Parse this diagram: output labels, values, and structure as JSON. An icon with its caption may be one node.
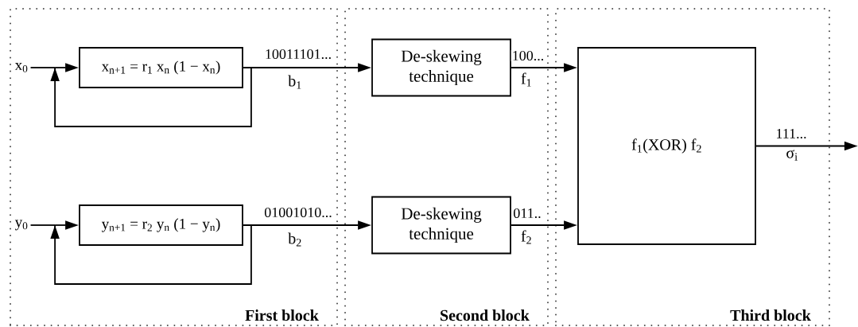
{
  "diagram": {
    "nodes": [
      {
        "text": [
          "First block"
        ]
      },
      {
        "text": [
          "Second block"
        ]
      },
      {
        "text": [
          "Third block"
        ]
      },
      {
        "text": [
          "x$_{0}$"
        ],
        "in": 0
      },
      {
        "text": [
          "x$_{n+1}$ = r$_{1}$ x$_{n}$ (1 − x$_{n}$)"
        ],
        "in": 0
      },
      {
        "text": [
          "y$_{0}$"
        ],
        "in": 0
      },
      {
        "text": [
          "y$_{n+1}$ = r$_{2}$ y$_{n}$ (1 − y$_{n}$)"
        ],
        "in": 0
      },
      {
        "text": [
          "De-skewing technique"
        ],
        "in": 1
      },
      {
        "text": [
          "De-skewing technique"
        ],
        "in": 1
      },
      {
        "text": [
          "f$_{1}$(XOR) f$_{2}$"
        ],
        "in": 2
      }
    ],
    "edges": [
      {
        "from": 3,
        "to": 4,
        "arrow": "to"
      },
      {
        "from": 4,
        "to": 4,
        "arrow": "to"
      },
      {
        "from": 4,
        "to": 7,
        "arrow": "to",
        "label": "10011101..."
      },
      {
        "from": 5,
        "to": 6,
        "arrow": "to"
      },
      {
        "from": 6,
        "to": 6,
        "arrow": "to"
      },
      {
        "from": 6,
        "to": 8,
        "arrow": "to",
        "label": "01001010..."
      },
      {
        "from": 7,
        "to": 9,
        "arrow": "to",
        "label": "100..."
      },
      {
        "from": 8,
        "to": 9,
        "arrow": "to",
        "label": "011.."
      },
      {
        "from": 9,
        "to": null,
        "arrow": "to",
        "label": "111..."
      }
    ],
    "labels": [
      "b$_{1}$",
      "f$_{1}$",
      "σ$_{i}$",
      "b$_{2}$",
      "f$_{2}$"
    ]
  }
}
